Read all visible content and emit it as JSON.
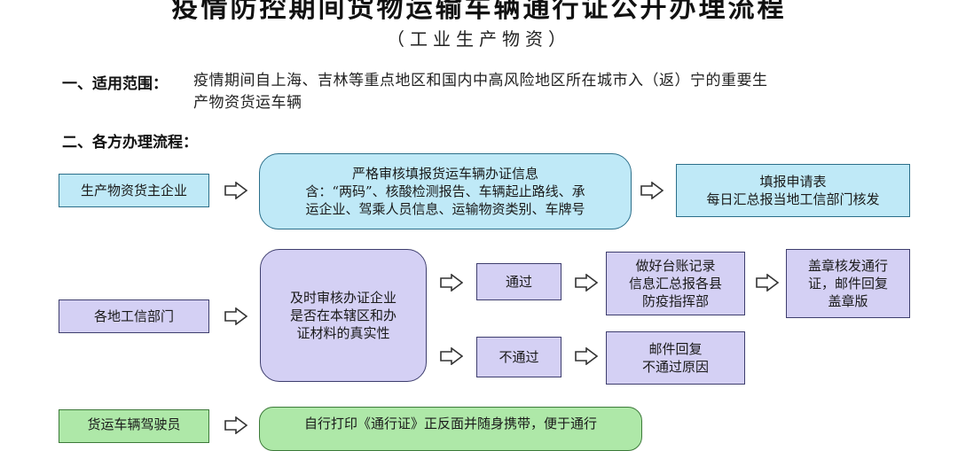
{
  "title": "疫情防控期间货物运输车辆通行证公开办理流程",
  "subtitle": "（工业生产物资）",
  "section1": {
    "label": "一、适用范围：",
    "text_line1": "疫情期间自上海、吉林等重点地区和国内中高风险地区所在城市入（返）宁的重要生",
    "text_line2": "产物资货运车辆"
  },
  "section2": {
    "label": "二、各方办理流程："
  },
  "colors": {
    "cyan": "#bfe9f7",
    "lavender": "#d4d0f4",
    "green": "#aee8a8"
  },
  "row1": {
    "actor": "生产物资货主企业",
    "review_line1": "严格审核填报货运车辆办证信息",
    "review_line2": "含：“两码”、核酸检测报告、车辆起止路线、承",
    "review_line3": "运企业、驾乘人员信息、运输物资类别、车牌号",
    "submit_line1": "填报申请表",
    "submit_line2": "每日汇总报当地工信部门核发"
  },
  "row2": {
    "actor": "各地工信部门",
    "review_line1": "及时审核办证企业",
    "review_line2": "是否在本辖区和办",
    "review_line3": "证材料的真实性",
    "pass": "通过",
    "pass_step_line1": "做好台账记录",
    "pass_step_line2": "信息汇总报各县",
    "pass_step_line3": "防疫指挥部",
    "issue_line1": "盖章核发通行",
    "issue_line2": "证，邮件回复",
    "issue_line3": "盖章版",
    "fail": "不通过",
    "fail_step_line1": "邮件回复",
    "fail_step_line2": "不通过原因"
  },
  "row3": {
    "actor": "货运车辆驾驶员",
    "action": "自行打印《通行证》正反面并随身携带，便于通行"
  },
  "icons": [
    "arrow-right-icon"
  ]
}
